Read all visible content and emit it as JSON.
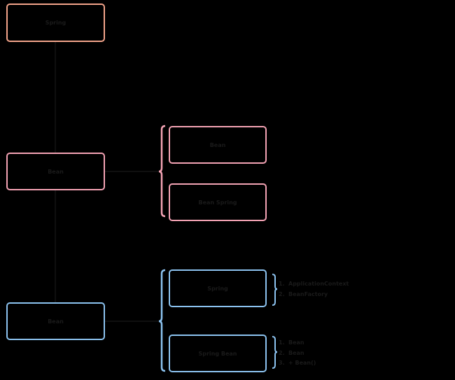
{
  "nodes": {
    "root": "Spring",
    "bean_scope": "Bean",
    "bean_inject": "Bean",
    "bean_def": "Bean",
    "bean_to_spring": "Bean Spring",
    "spring_container": "Spring",
    "spring_bean": "Spring Bean"
  },
  "lists": {
    "container_types": [
      "ApplicationContext",
      "BeanFactory"
    ],
    "bean_methods": [
      "Bean",
      "Bean",
      "+ Bean()"
    ]
  },
  "colors": {
    "orange": "#f3a48a",
    "pink": "#f4a3b4",
    "blue": "#8cc3f0",
    "background": "#000000"
  }
}
